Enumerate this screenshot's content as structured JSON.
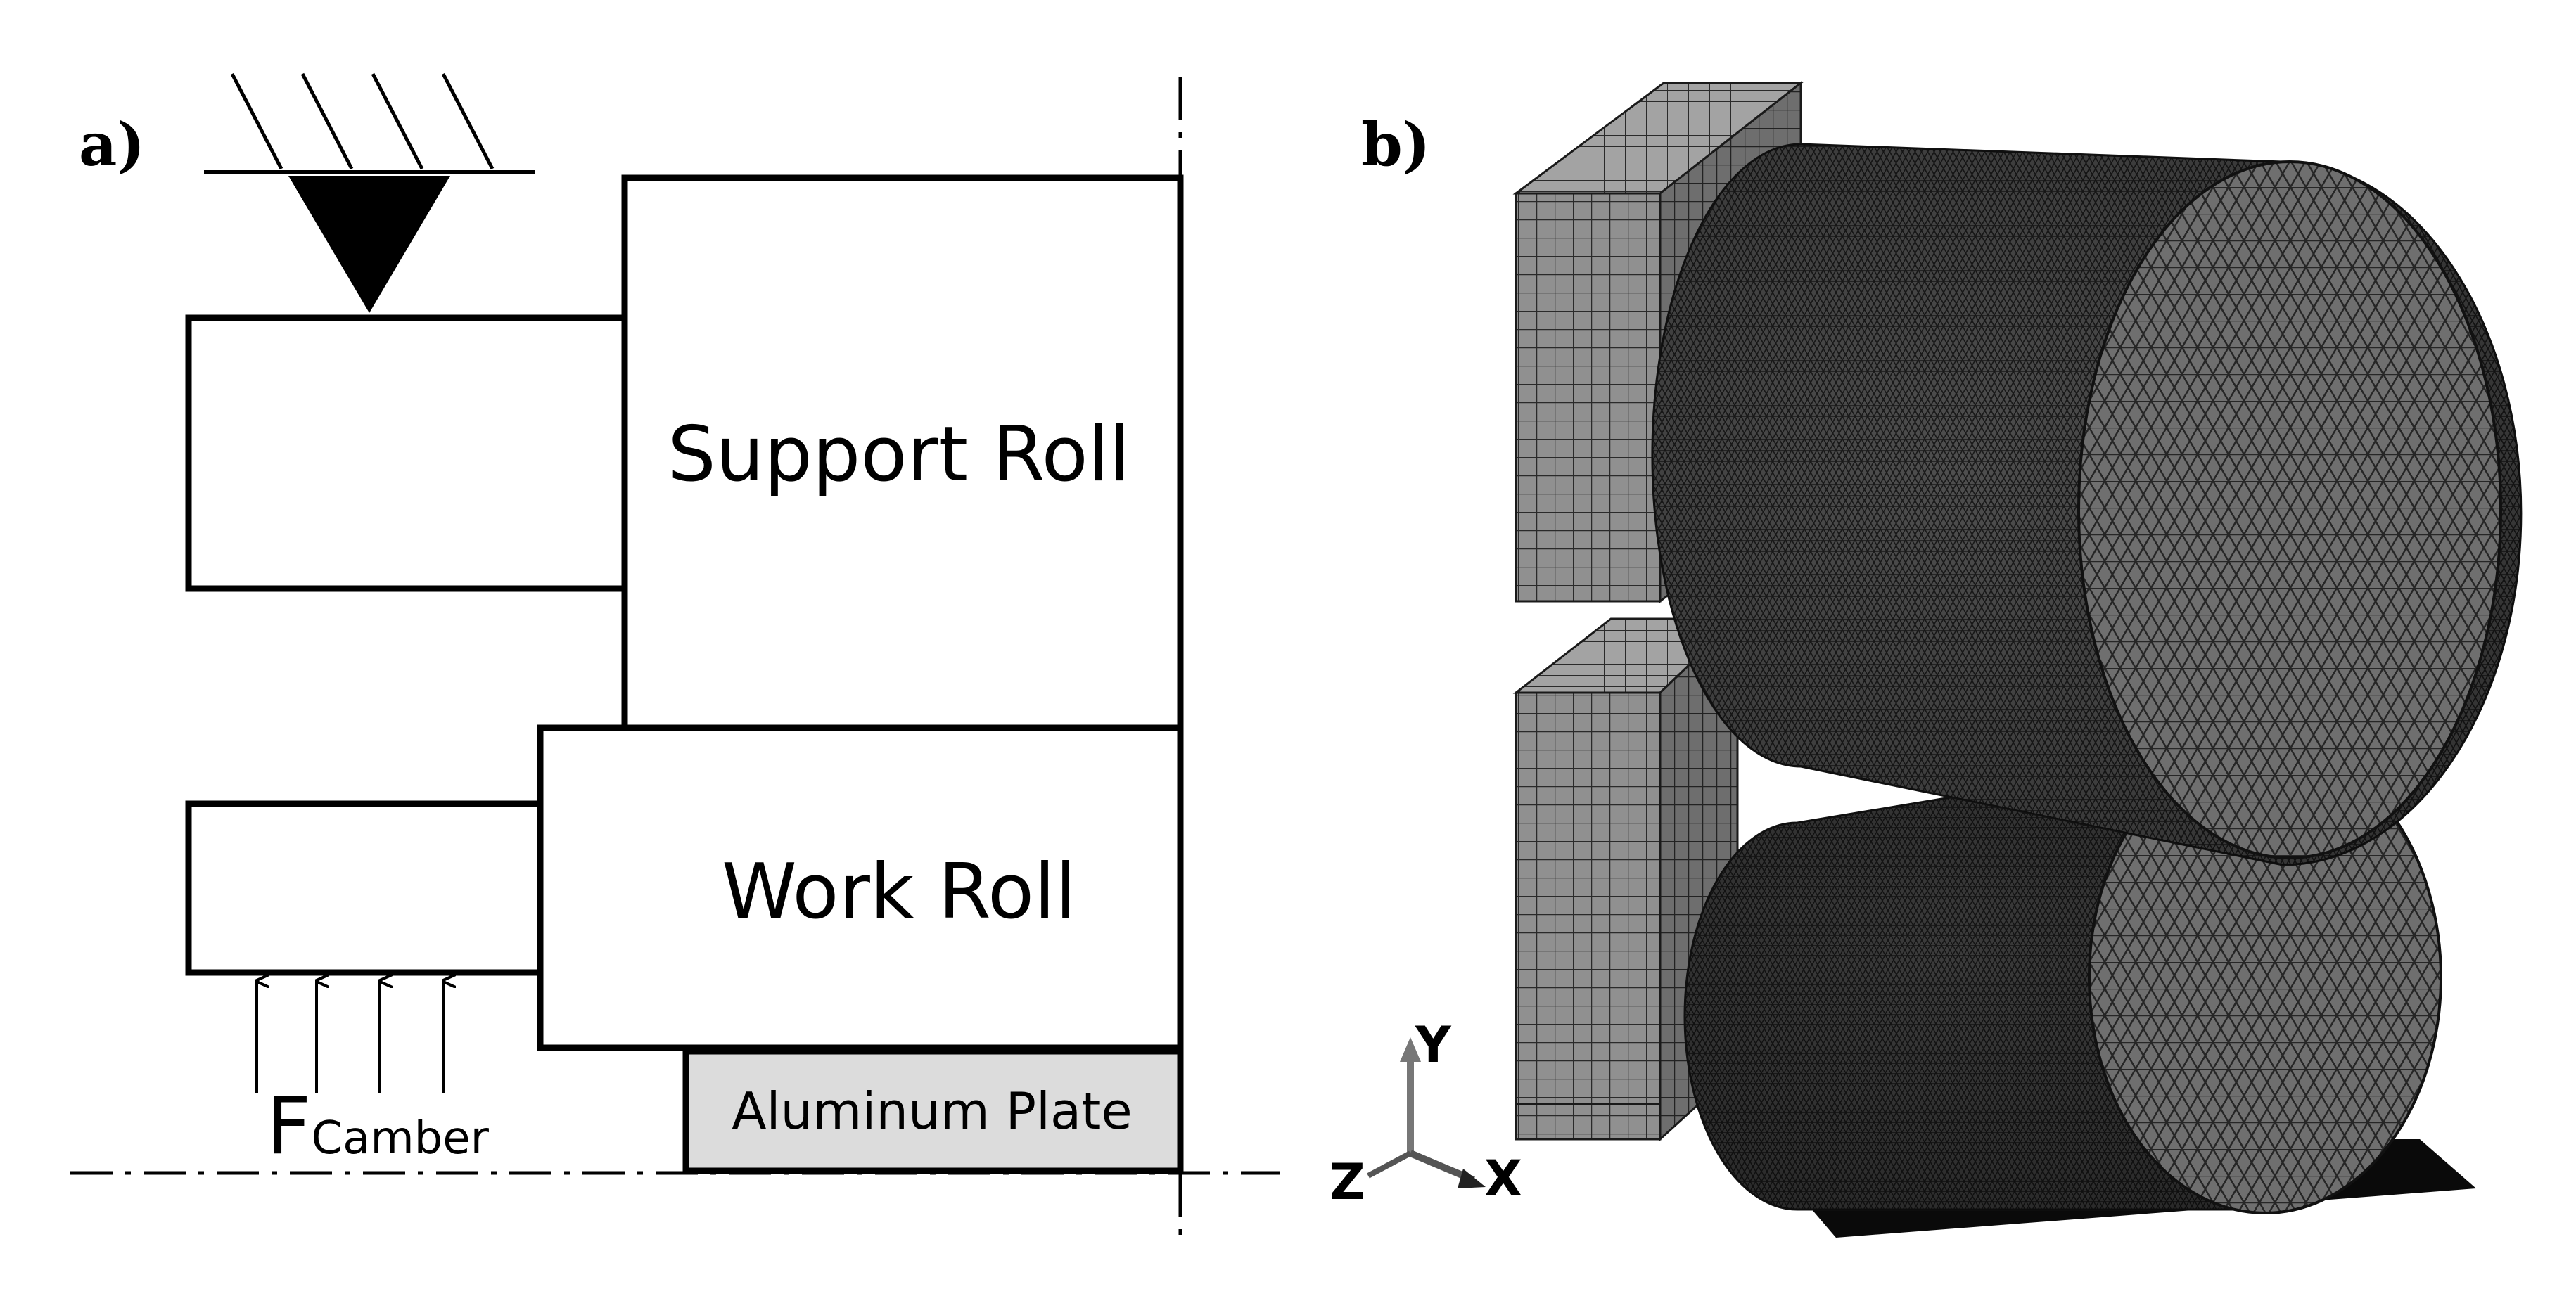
{
  "panels": {
    "a": {
      "label": "a)",
      "support_roll_label": "Support Roll",
      "work_roll_label": "Work Roll",
      "plate_label": "Aluminum Plate",
      "force_symbol": "F",
      "force_subscript": "Camber"
    },
    "b": {
      "label": "b)",
      "axes": {
        "y": "Y",
        "x": "X",
        "z": "Z"
      }
    }
  },
  "colors": {
    "line": "#000000",
    "plate_fill": "#dcdcdc",
    "mesh_face_light": "#8c8c8c",
    "mesh_face_dark": "#3a3a3a",
    "mesh_line": "#1e1e1e"
  },
  "icons": [
    "fixed-support-icon",
    "force-arrow-icon",
    "coordinate-triad-icon"
  ]
}
